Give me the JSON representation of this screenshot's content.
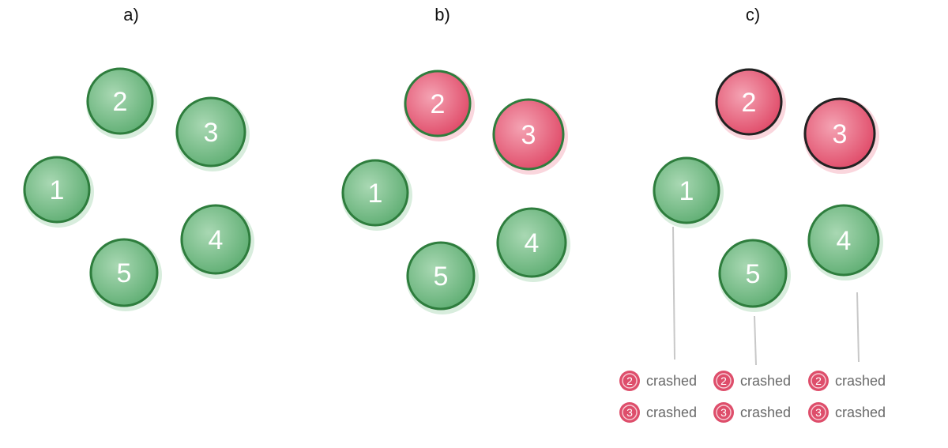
{
  "colors": {
    "healthy_fill": "#5fae73",
    "healthy_fill_light": "#a9d8b3",
    "healthy_stroke": "#2e7d3d",
    "crashed_fill": "#e04a68",
    "crashed_fill_light": "#f4a3b3",
    "crashed_stroke_b": "#2e7d3d",
    "crashed_stroke_c": "#222222",
    "status_icon_fill": "#de4e6b",
    "status_icon_ring": "#f7c9d3",
    "line": "#c8c8c8"
  },
  "panels": [
    {
      "label": "a)",
      "nodes": [
        {
          "id": "1",
          "state": "healthy"
        },
        {
          "id": "2",
          "state": "healthy"
        },
        {
          "id": "3",
          "state": "healthy"
        },
        {
          "id": "4",
          "state": "healthy"
        },
        {
          "id": "5",
          "state": "healthy"
        }
      ]
    },
    {
      "label": "b)",
      "nodes": [
        {
          "id": "1",
          "state": "healthy"
        },
        {
          "id": "2",
          "state": "crashed"
        },
        {
          "id": "3",
          "state": "crashed"
        },
        {
          "id": "4",
          "state": "healthy"
        },
        {
          "id": "5",
          "state": "healthy"
        }
      ]
    },
    {
      "label": "c)",
      "nodes": [
        {
          "id": "1",
          "state": "healthy"
        },
        {
          "id": "2",
          "state": "crashed"
        },
        {
          "id": "3",
          "state": "crashed"
        },
        {
          "id": "4",
          "state": "healthy"
        },
        {
          "id": "5",
          "state": "healthy"
        }
      ],
      "views": [
        {
          "node": "1",
          "entries": [
            {
              "id": "2",
              "text": "crashed"
            },
            {
              "id": "3",
              "text": "crashed"
            }
          ]
        },
        {
          "node": "5",
          "entries": [
            {
              "id": "2",
              "text": "crashed"
            },
            {
              "id": "3",
              "text": "crashed"
            }
          ]
        },
        {
          "node": "4",
          "entries": [
            {
              "id": "2",
              "text": "crashed"
            },
            {
              "id": "3",
              "text": "crashed"
            }
          ]
        }
      ]
    }
  ]
}
